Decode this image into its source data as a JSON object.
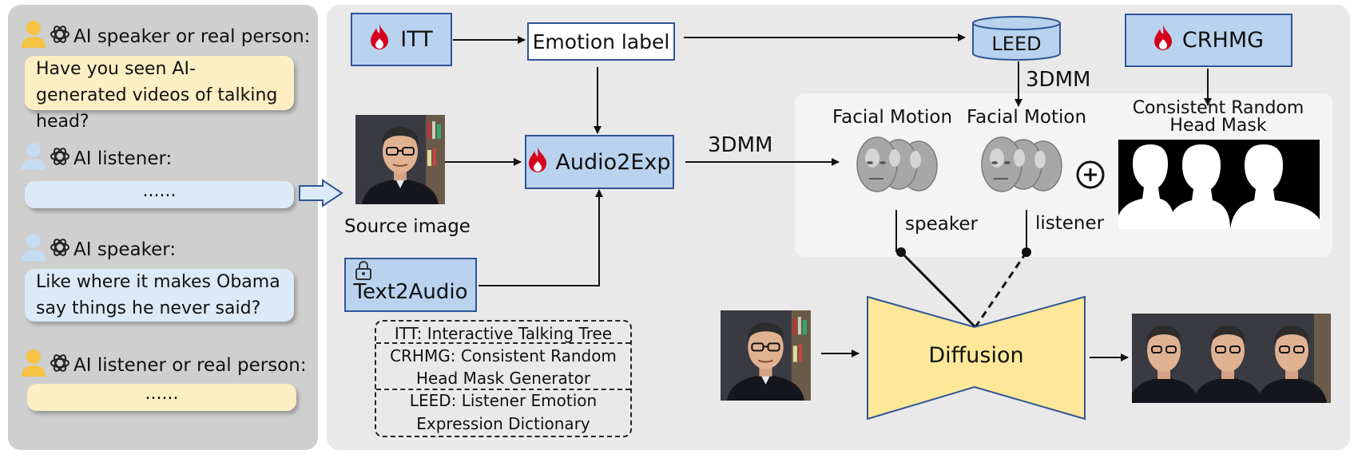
{
  "dialogue": [
    {
      "role": "AI speaker or real person:",
      "text": "Have you seen AI-generated videos of  talking head?",
      "style": "yellow"
    },
    {
      "role": "AI listener:",
      "text": "......",
      "style": "blue"
    },
    {
      "role": "AI speaker:",
      "text": "Like where it makes Obama say things he never said?",
      "style": "blue"
    },
    {
      "role": "AI listener or real person:",
      "text": "......",
      "style": "yellow"
    }
  ],
  "boxes": {
    "itt": "ITT",
    "emotion_label": "Emotion label",
    "leed": "LEED",
    "crhmg": "CRHMG",
    "audio2exp": "Audio2Exp",
    "text2audio": "Text2Audio",
    "diffusion": "Diffusion"
  },
  "labels": {
    "source_image": "Source image",
    "three_dmm_a": "3DMM",
    "three_dmm_b": "3DMM",
    "facial_motion_speaker": "Facial Motion",
    "facial_motion_listener": "Facial Motion",
    "mask_title": "Consistent Random\nHead Mask",
    "speaker": "speaker",
    "listener": "listener"
  },
  "legend": [
    "ITT: Interactive Talking Tree",
    "CRHMG: Consistent Random",
    "Head Mask Generator",
    "LEED: Listener Emotion",
    "Expression  Dictionary"
  ],
  "colors": {
    "box_blue": "#b9d3ee",
    "box_border": "#2f5597",
    "diffusion_fill": "#fde89a",
    "flame": "#d6001c",
    "user_yellow": "#f6c344",
    "user_blue": "#c5dcf2",
    "bubble_yellow": "#fdefc4",
    "bubble_blue": "#dce9f6"
  },
  "icons": [
    "user-icon",
    "openai-icon",
    "flame-icon",
    "lock-icon",
    "plus-circle-icon",
    "hollow-arrow-icon"
  ]
}
